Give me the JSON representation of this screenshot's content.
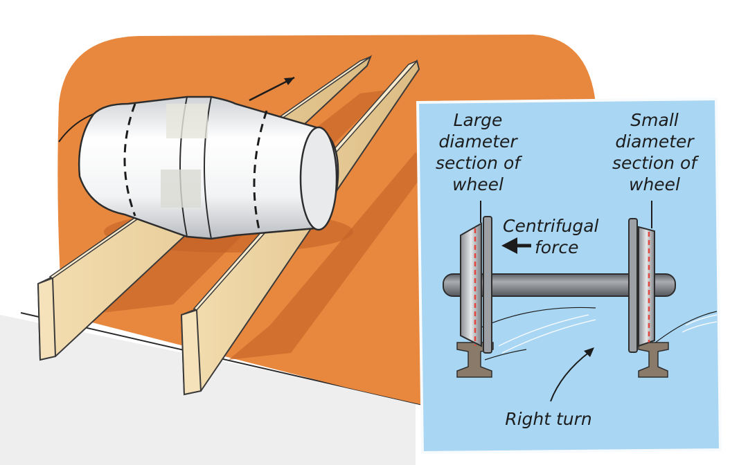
{
  "labels": {
    "large_diameter": [
      "Large",
      "diameter",
      "section of",
      "wheel"
    ],
    "small_diameter": [
      "Small",
      "diameter",
      "section of",
      "wheel"
    ],
    "centrifugal": [
      "Centrifugal",
      "force"
    ],
    "right_turn": "Right turn"
  },
  "colors": {
    "orange_backdrop": "#e8873e",
    "inset_background": "#a9d6f2",
    "wood_rail": "#edd3a0",
    "steel": "#7c7f84",
    "dashed_marker": "#e2463f"
  }
}
